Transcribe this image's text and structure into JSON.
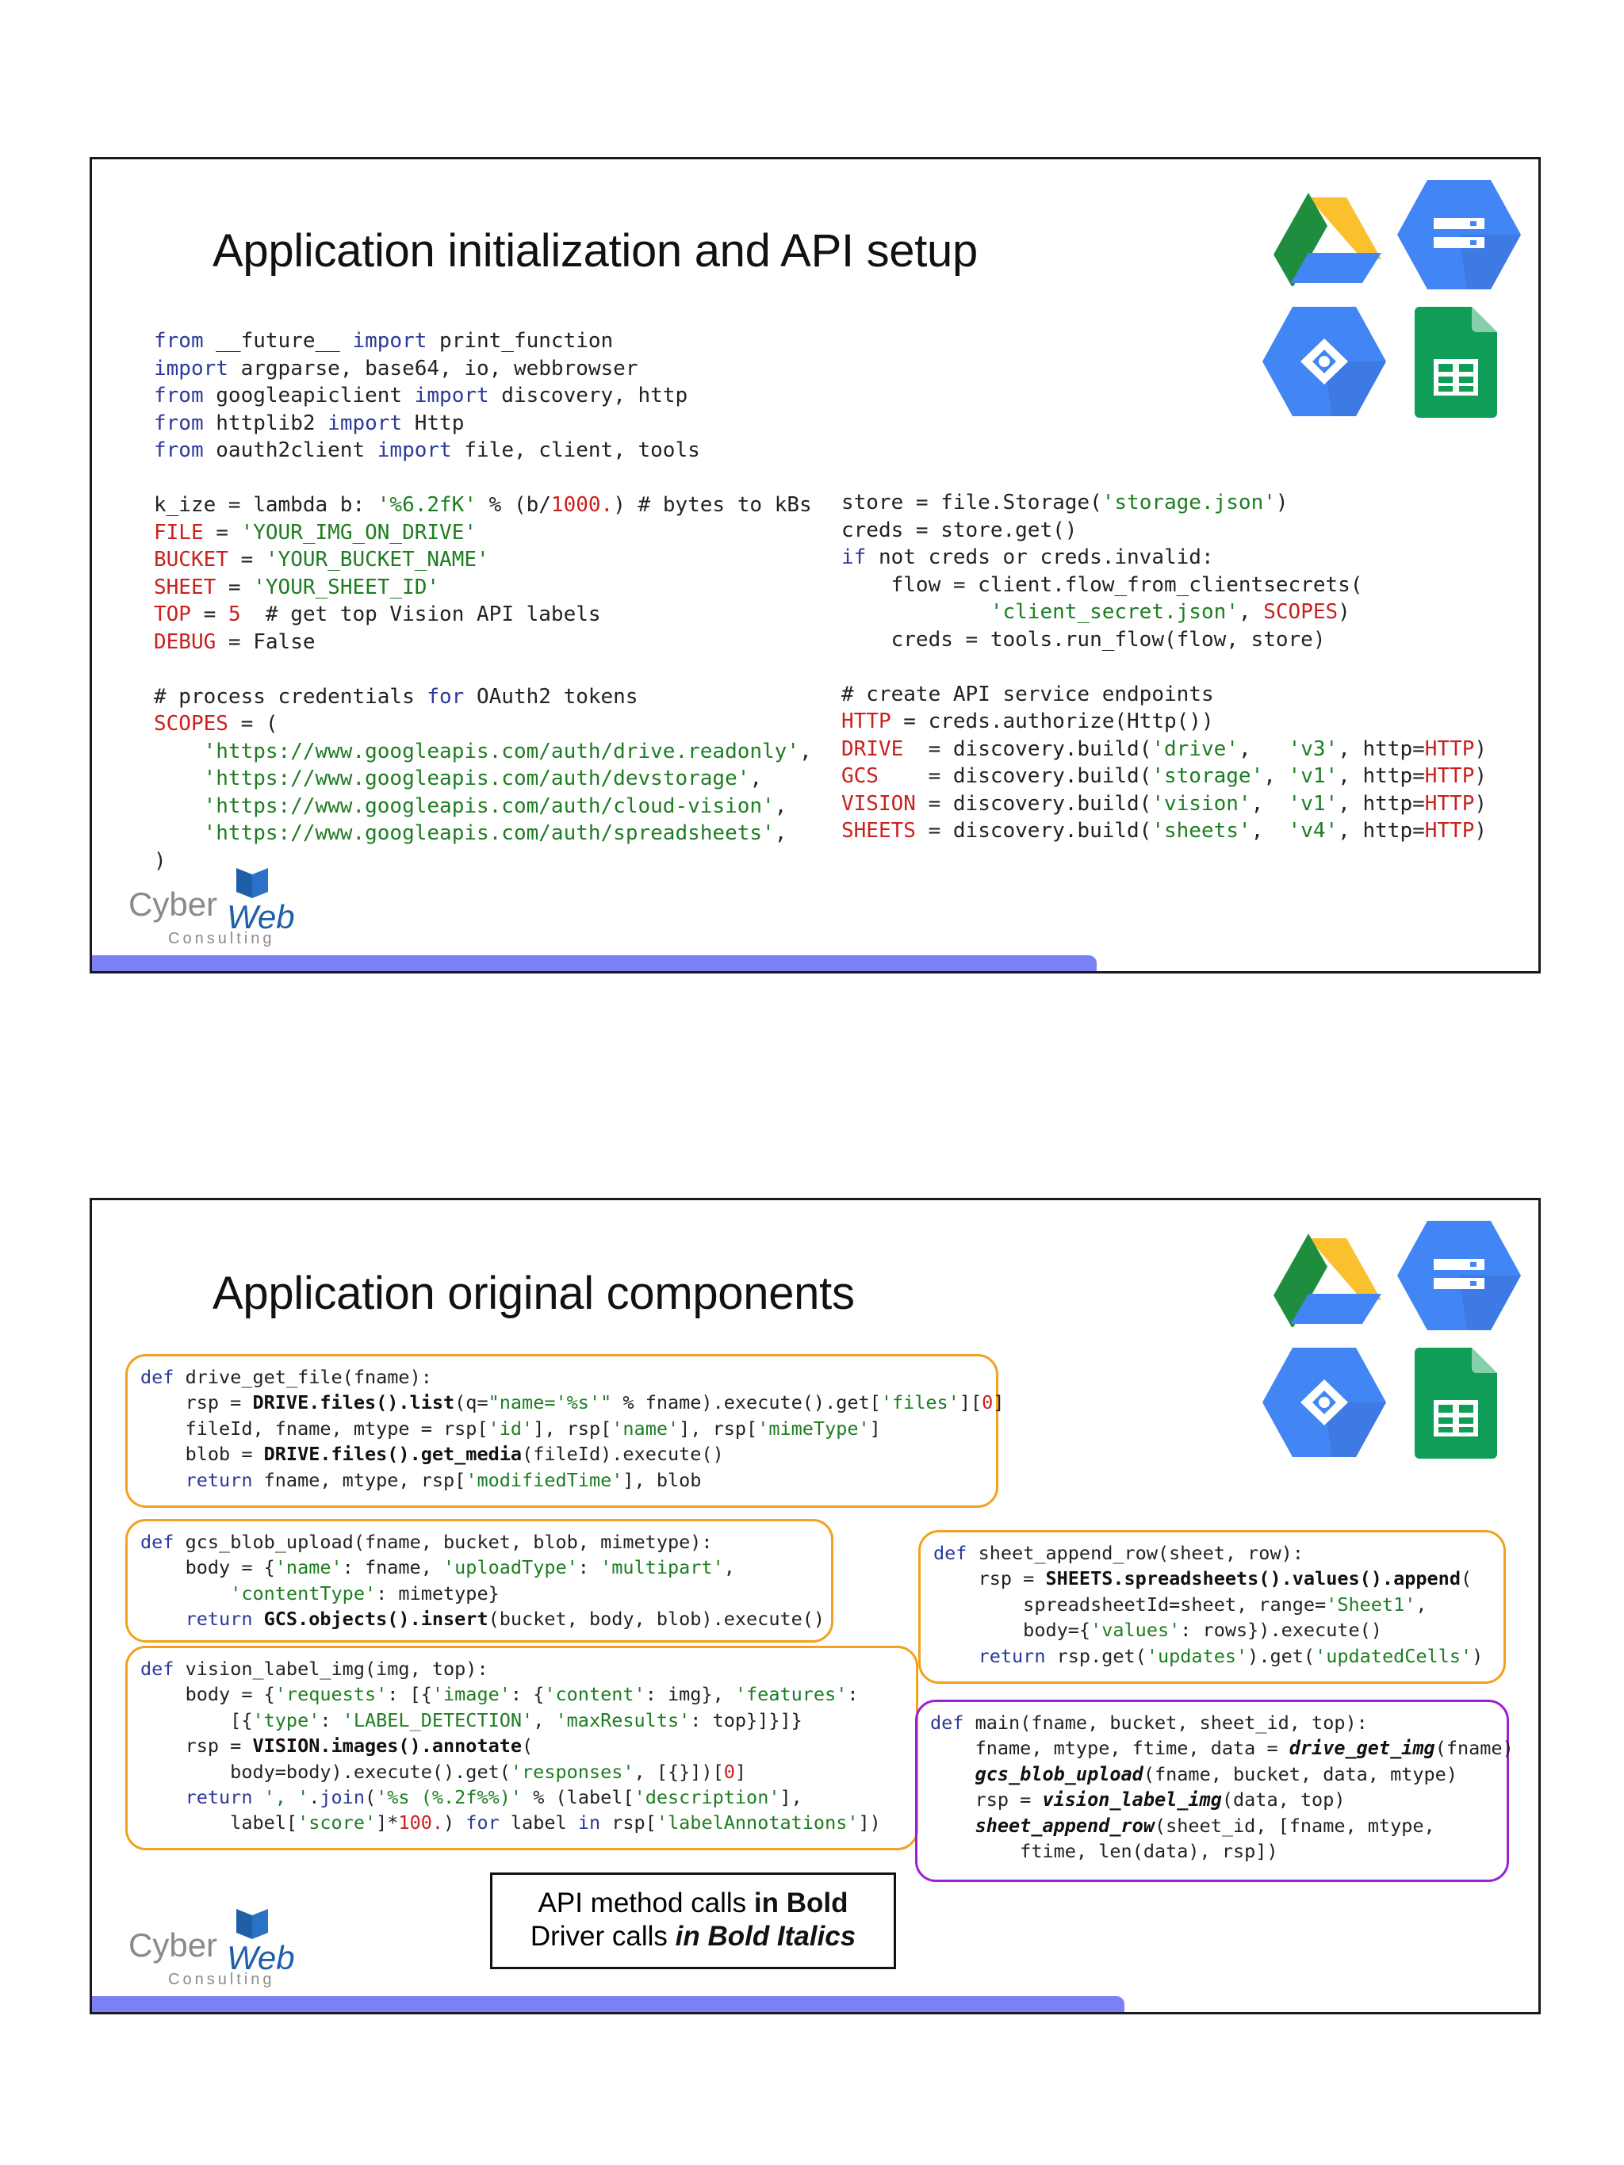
{
  "slide1": {
    "title": "Application initialization and API setup",
    "logo": {
      "word1": "Cyber",
      "word2": "Web",
      "tagline": "Consulting"
    }
  },
  "slide2": {
    "title": "Application original components",
    "legend": {
      "line1_prefix": "API method calls ",
      "line1_bold": "in Bold",
      "line2_prefix": "Driver calls ",
      "line2_bolditalic": "in Bold Italics"
    },
    "logo": {
      "word1": "Cyber",
      "word2": "Web",
      "tagline": "Consulting"
    }
  },
  "icons": [
    "google-drive-icon",
    "cloud-storage-icon",
    "cloud-vision-icon",
    "google-sheets-icon"
  ],
  "colors": {
    "keyword": "#2b3a9b",
    "string": "#1e7d22",
    "variable": "#c9211e",
    "box_orange": "#f2a11d",
    "box_purple": "#9b1fd6",
    "footer_bar": "#7b80f5"
  },
  "code_blocks": {
    "slide1_left": [
      [
        [
          "kw",
          "from"
        ],
        [
          "t",
          " __future__ "
        ],
        [
          "kw",
          "import"
        ],
        [
          "t",
          " print_function"
        ]
      ],
      [
        [
          "kw",
          "import"
        ],
        [
          "t",
          " argparse, base64, io, webbrowser"
        ]
      ],
      [
        [
          "kw",
          "from"
        ],
        [
          "t",
          " googleapiclient "
        ],
        [
          "kw",
          "import"
        ],
        [
          "t",
          " discovery, http"
        ]
      ],
      [
        [
          "kw",
          "from"
        ],
        [
          "t",
          " httplib2 "
        ],
        [
          "kw",
          "import"
        ],
        [
          "t",
          " Http"
        ]
      ],
      [
        [
          "kw",
          "from"
        ],
        [
          "t",
          " oauth2client "
        ],
        [
          "kw",
          "import"
        ],
        [
          "t",
          " file, client, tools"
        ]
      ],
      [],
      [
        [
          "t",
          "k_ize = lambda b: "
        ],
        [
          "str",
          "'%6.2fK'"
        ],
        [
          "t",
          " % (b/"
        ],
        [
          "num",
          "1000."
        ],
        [
          "t",
          ") # bytes to kBs"
        ]
      ],
      [
        [
          "var",
          "FILE"
        ],
        [
          "t",
          " = "
        ],
        [
          "str",
          "'YOUR_IMG_ON_DRIVE'"
        ]
      ],
      [
        [
          "var",
          "BUCKET"
        ],
        [
          "t",
          " = "
        ],
        [
          "str",
          "'YOUR_BUCKET_NAME'"
        ]
      ],
      [
        [
          "var",
          "SHEET"
        ],
        [
          "t",
          " = "
        ],
        [
          "str",
          "'YOUR_SHEET_ID'"
        ]
      ],
      [
        [
          "var",
          "TOP"
        ],
        [
          "t",
          " = "
        ],
        [
          "num",
          "5"
        ],
        [
          "t",
          "  # get top Vision API labels"
        ]
      ],
      [
        [
          "var",
          "DEBUG"
        ],
        [
          "t",
          " = False"
        ]
      ],
      [],
      [
        [
          "t",
          "# process credentials "
        ],
        [
          "kw",
          "for"
        ],
        [
          "t",
          " OAuth2 tokens"
        ]
      ],
      [
        [
          "var",
          "SCOPES"
        ],
        [
          "t",
          " = ("
        ]
      ],
      [
        [
          "t",
          "    "
        ],
        [
          "str",
          "'https://www.googleapis.com/auth/drive.readonly'"
        ],
        [
          "t",
          ","
        ]
      ],
      [
        [
          "t",
          "    "
        ],
        [
          "str",
          "'https://www.googleapis.com/auth/devstorage'"
        ],
        [
          "t",
          ","
        ]
      ],
      [
        [
          "t",
          "    "
        ],
        [
          "str",
          "'https://www.googleapis.com/auth/cloud-vision'"
        ],
        [
          "t",
          ","
        ]
      ],
      [
        [
          "t",
          "    "
        ],
        [
          "str",
          "'https://www.googleapis.com/auth/spreadsheets'"
        ],
        [
          "t",
          ","
        ]
      ],
      [
        [
          "t",
          ")"
        ]
      ]
    ],
    "slide1_right": [
      [
        [
          "t",
          "store = file.Storage("
        ],
        [
          "str",
          "'storage.json'"
        ],
        [
          "t",
          ")"
        ]
      ],
      [
        [
          "t",
          "creds = store.get()"
        ]
      ],
      [
        [
          "kw",
          "if"
        ],
        [
          "t",
          " not creds or creds.invalid:"
        ]
      ],
      [
        [
          "t",
          "    flow = client.flow_from_clientsecrets("
        ]
      ],
      [
        [
          "t",
          "            "
        ],
        [
          "str",
          "'client_secret.json'"
        ],
        [
          "t",
          ", "
        ],
        [
          "var",
          "SCOPES"
        ],
        [
          "t",
          ")"
        ]
      ],
      [
        [
          "t",
          "    creds = tools.run_flow(flow, store)"
        ]
      ],
      [],
      [
        [
          "t",
          "# create API service endpoints"
        ]
      ],
      [
        [
          "var",
          "HTTP"
        ],
        [
          "t",
          " = creds.authorize(Http())"
        ]
      ],
      [
        [
          "var",
          "DRIVE"
        ],
        [
          "t",
          "  = discovery.build("
        ],
        [
          "str",
          "'drive'"
        ],
        [
          "t",
          ",   "
        ],
        [
          "str",
          "'v3'"
        ],
        [
          "t",
          ", http="
        ],
        [
          "var",
          "HTTP"
        ],
        [
          "t",
          ")"
        ]
      ],
      [
        [
          "var",
          "GCS"
        ],
        [
          "t",
          "    = discovery.build("
        ],
        [
          "str",
          "'storage'"
        ],
        [
          "t",
          ", "
        ],
        [
          "str",
          "'v1'"
        ],
        [
          "t",
          ", http="
        ],
        [
          "var",
          "HTTP"
        ],
        [
          "t",
          ")"
        ]
      ],
      [
        [
          "var",
          "VISION"
        ],
        [
          "t",
          " = discovery.build("
        ],
        [
          "str",
          "'vision'"
        ],
        [
          "t",
          ",  "
        ],
        [
          "str",
          "'v1'"
        ],
        [
          "t",
          ", http="
        ],
        [
          "var",
          "HTTP"
        ],
        [
          "t",
          ")"
        ]
      ],
      [
        [
          "var",
          "SHEETS"
        ],
        [
          "t",
          " = discovery.build("
        ],
        [
          "str",
          "'sheets'"
        ],
        [
          "t",
          ",  "
        ],
        [
          "str",
          "'v4'"
        ],
        [
          "t",
          ", http="
        ],
        [
          "var",
          "HTTP"
        ],
        [
          "t",
          ")"
        ]
      ]
    ],
    "drive_get_file": [
      [
        [
          "kw",
          "def"
        ],
        [
          "t",
          " drive_get_file(fname):"
        ]
      ],
      [
        [
          "t",
          "    rsp = "
        ],
        [
          "b",
          "DRIVE.files().list"
        ],
        [
          "t",
          "(q="
        ],
        [
          "str",
          "\"name='%s'\""
        ],
        [
          "t",
          " % fname).execute().get["
        ],
        [
          "str",
          "'files'"
        ],
        [
          "t",
          "]["
        ],
        [
          "num",
          "0"
        ],
        [
          "t",
          "]"
        ]
      ],
      [
        [
          "t",
          "    fileId, fname, mtype = rsp["
        ],
        [
          "str",
          "'id'"
        ],
        [
          "t",
          "], rsp["
        ],
        [
          "str",
          "'name'"
        ],
        [
          "t",
          "], rsp["
        ],
        [
          "str",
          "'mimeType'"
        ],
        [
          "t",
          "]"
        ]
      ],
      [
        [
          "t",
          "    blob = "
        ],
        [
          "b",
          "DRIVE.files().get_media"
        ],
        [
          "t",
          "(fileId).execute()"
        ]
      ],
      [
        [
          "t",
          "    "
        ],
        [
          "kw",
          "return"
        ],
        [
          "t",
          " fname, mtype, rsp["
        ],
        [
          "str",
          "'modifiedTime'"
        ],
        [
          "t",
          "], blob"
        ]
      ]
    ],
    "gcs_blob_upload": [
      [
        [
          "kw",
          "def"
        ],
        [
          "t",
          " gcs_blob_upload(fname, bucket, blob, mimetype):"
        ]
      ],
      [
        [
          "t",
          "    body = {"
        ],
        [
          "str",
          "'name'"
        ],
        [
          "t",
          ": fname, "
        ],
        [
          "str",
          "'uploadType'"
        ],
        [
          "t",
          ": "
        ],
        [
          "str",
          "'multipart'"
        ],
        [
          "t",
          ","
        ]
      ],
      [
        [
          "t",
          "        "
        ],
        [
          "str",
          "'contentType'"
        ],
        [
          "t",
          ": mimetype}"
        ]
      ],
      [
        [
          "t",
          "    "
        ],
        [
          "kw",
          "return"
        ],
        [
          "t",
          " "
        ],
        [
          "b",
          "GCS.objects().insert"
        ],
        [
          "t",
          "(bucket, body, blob).execute()"
        ]
      ]
    ],
    "vision_label_img": [
      [
        [
          "kw",
          "def"
        ],
        [
          "t",
          " vision_label_img(img, top):"
        ]
      ],
      [
        [
          "t",
          "    body = {"
        ],
        [
          "str",
          "'requests'"
        ],
        [
          "t",
          ": [{"
        ],
        [
          "str",
          "'image'"
        ],
        [
          "t",
          ": {"
        ],
        [
          "str",
          "'content'"
        ],
        [
          "t",
          ": img}, "
        ],
        [
          "str",
          "'features'"
        ],
        [
          "t",
          ":"
        ]
      ],
      [
        [
          "t",
          "        [{"
        ],
        [
          "str",
          "'type'"
        ],
        [
          "t",
          ": "
        ],
        [
          "str",
          "'LABEL_DETECTION'"
        ],
        [
          "t",
          ", "
        ],
        [
          "str",
          "'maxResults'"
        ],
        [
          "t",
          ": top}]}]}"
        ]
      ],
      [
        [
          "t",
          "    rsp = "
        ],
        [
          "b",
          "VISION.images().annotate"
        ],
        [
          "t",
          "("
        ]
      ],
      [
        [
          "t",
          "        body=body).execute().get("
        ],
        [
          "str",
          "'responses'"
        ],
        [
          "t",
          ", [{}])["
        ],
        [
          "num",
          "0"
        ],
        [
          "t",
          "]"
        ]
      ],
      [
        [
          "t",
          "    "
        ],
        [
          "kw",
          "return"
        ],
        [
          "t",
          " "
        ],
        [
          "str",
          "', '"
        ],
        [
          "t",
          "."
        ],
        [
          "kw",
          "join"
        ],
        [
          "t",
          "("
        ],
        [
          "str",
          "'%s (%.2f%%)'"
        ],
        [
          "t",
          " % (label["
        ],
        [
          "str",
          "'description'"
        ],
        [
          "t",
          "],"
        ]
      ],
      [
        [
          "t",
          "        label["
        ],
        [
          "str",
          "'score'"
        ],
        [
          "t",
          "]*"
        ],
        [
          "num",
          "100."
        ],
        [
          "t",
          ") "
        ],
        [
          "kw",
          "for"
        ],
        [
          "t",
          " label "
        ],
        [
          "kw",
          "in"
        ],
        [
          "t",
          " rsp["
        ],
        [
          "str",
          "'labelAnnotations'"
        ],
        [
          "t",
          "])"
        ]
      ]
    ],
    "sheet_append_row": [
      [
        [
          "kw",
          "def"
        ],
        [
          "t",
          " sheet_append_row(sheet, row):"
        ]
      ],
      [
        [
          "t",
          "    rsp = "
        ],
        [
          "b",
          "SHEETS.spreadsheets().values().append"
        ],
        [
          "t",
          "("
        ]
      ],
      [
        [
          "t",
          "        spreadsheetId=sheet, range="
        ],
        [
          "str",
          "'Sheet1'"
        ],
        [
          "t",
          ","
        ]
      ],
      [
        [
          "t",
          "        body={"
        ],
        [
          "str",
          "'values'"
        ],
        [
          "t",
          ": rows}).execute()"
        ]
      ],
      [
        [
          "t",
          "    "
        ],
        [
          "kw",
          "return"
        ],
        [
          "t",
          " rsp.get("
        ],
        [
          "str",
          "'updates'"
        ],
        [
          "t",
          ").get("
        ],
        [
          "str",
          "'updatedCells'"
        ],
        [
          "t",
          ")"
        ]
      ]
    ],
    "main": [
      [
        [
          "kw",
          "def"
        ],
        [
          "t",
          " main(fname, bucket, sheet_id, top):"
        ]
      ],
      [
        [
          "t",
          "    fname, mtype, ftime, data = "
        ],
        [
          "bi",
          "drive_get_img"
        ],
        [
          "t",
          "(fname)"
        ]
      ],
      [
        [
          "t",
          "    "
        ],
        [
          "bi",
          "gcs_blob_upload"
        ],
        [
          "t",
          "(fname, bucket, data, mtype)"
        ]
      ],
      [
        [
          "t",
          "    rsp = "
        ],
        [
          "bi",
          "vision_label_img"
        ],
        [
          "t",
          "(data, top)"
        ]
      ],
      [
        [
          "t",
          "    "
        ],
        [
          "bi",
          "sheet_append_row"
        ],
        [
          "t",
          "(sheet_id, [fname, mtype,"
        ]
      ],
      [
        [
          "t",
          "        ftime, len(data), rsp])"
        ]
      ]
    ]
  }
}
